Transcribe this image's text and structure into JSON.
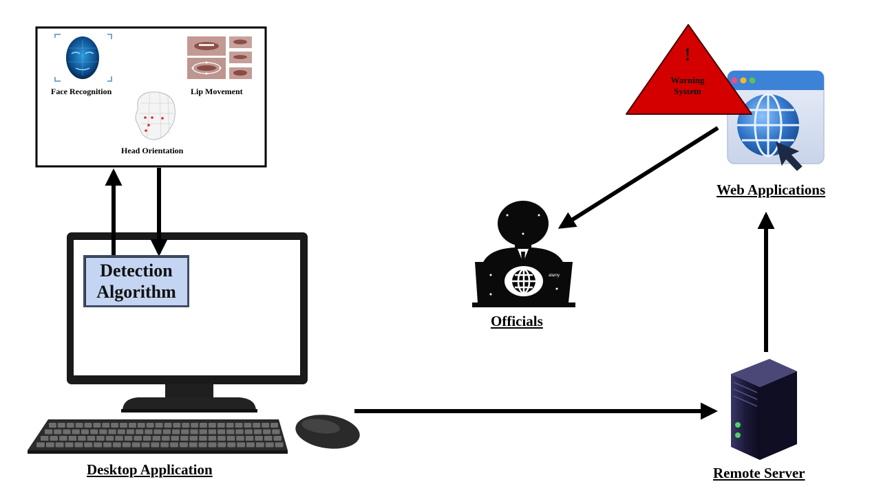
{
  "labels": {
    "face_recognition": "Face Recognition",
    "lip_movement": "Lip Movement",
    "head_orientation": "Head Orientation",
    "detection_line1": "Detection",
    "detection_line2": "Algorithm",
    "desktop_application": "Desktop Application",
    "remote_server": "Remote Server",
    "officials": "Officials",
    "web_applications": "Web Applications",
    "warning_line1": "Warning",
    "warning_line2": "System",
    "warning_mark": "!",
    "badge_text": "alamy"
  },
  "icons": [
    "face-scan-icon",
    "lip-movement-icon",
    "head-model-icon",
    "desktop-computer-icon",
    "keyboard-icon",
    "mouse-icon",
    "server-icon",
    "officials-icon",
    "web-browser-icon",
    "warning-triangle-icon"
  ],
  "colors": {
    "warning_red": "#d40000",
    "detection_box": "#c3d5f2",
    "globe_blue": "#2f73c8",
    "server_dark": "#1c1a3a",
    "server_led": "#4cd26a"
  }
}
